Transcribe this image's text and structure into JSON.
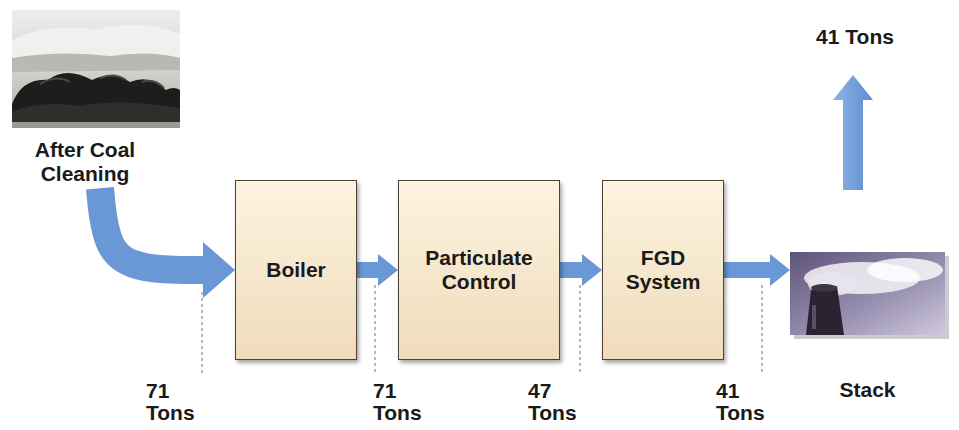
{
  "diagram": {
    "nodes": [
      {
        "text": [
          "After Coal Cleaning"
        ]
      },
      {
        "text": [
          "Boiler"
        ]
      },
      {
        "text": [
          "Particulate Control"
        ]
      },
      {
        "text": [
          "FGD System"
        ]
      },
      {
        "text": [
          "Stack"
        ]
      }
    ],
    "edges": [
      {
        "from": 0,
        "to": 1,
        "arrow": "to"
      },
      {
        "from": 1,
        "to": 2,
        "arrow": "to"
      },
      {
        "from": 2,
        "to": 3,
        "arrow": "to"
      },
      {
        "from": 3,
        "to": 4,
        "arrow": "to"
      }
    ],
    "labels": [
      "41 Tons",
      "71 Tons",
      "71 Tons",
      "47 Tons",
      "41 Tons"
    ]
  }
}
